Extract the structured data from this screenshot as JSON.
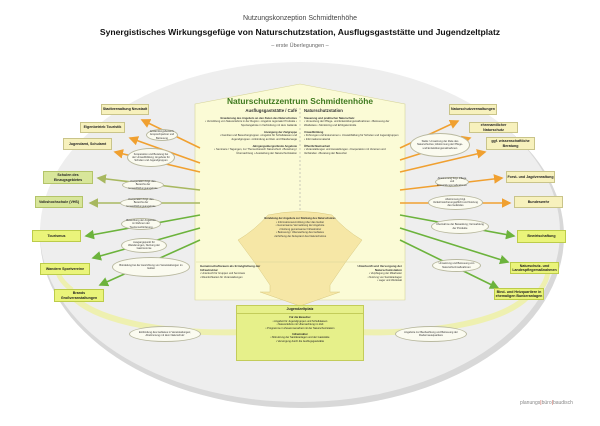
{
  "header": {
    "subtitle": "Nutzungskonzeption Schmidtenhöhe",
    "title": "Synergistisches Wirkungsgefüge von Naturschutzstation, Ausflugsgaststätte und Jugendzeltplatz",
    "note": "– erste Überlegungen –"
  },
  "colors": {
    "orange": "#f0a030",
    "green": "#6cb33c",
    "pale": "#eef0b0",
    "house": "#fbfbd6",
    "ellipse": "#ececec"
  },
  "center": {
    "title": "Naturschutzzentrum Schmidtenhöhe",
    "left": {
      "heading": "Ausflugsgaststätte / Café",
      "sections": [
        {
          "head": "Erweiterung des Angebots an den Zielen des Naturschutzes",
          "text": "• Vermittlung von Naturerlebnis in der Region • Angebot regionaler Produkte • Sportangebote in Verbindung mit dem Gelände"
        },
        {
          "head": "Anzeigung der Zielgruppe",
          "text": "• Familien und Besuchergruppen • Angebot für Schulklassen und Jugendgruppen • Anbindung an Rad- und Wanderwege"
        },
        {
          "head": "Jahrgangsübergreifende Angebote",
          "text": "• Seminare / Tagungen, zur Themenbereich Naturschutz • Bewirtung / Übernachtung • Ausstellung der Naturschutzstation"
        }
      ]
    },
    "right": {
      "heading": "Naturschutzstation",
      "sections": [
        {
          "head": "Steuerung und praktischer Naturschutz",
          "text": "• Umsetzung der Pflege- und Entwicklungsmaßnahmen • Betreuung der Weidetiere • Monitoring und Erfolgskontrolle"
        },
        {
          "head": "Umweltbildung",
          "text": "• Führungen und Exkursionen • Umweltbildung für Schulen und Jugendgruppen • Informationsmaterial"
        },
        {
          "head": "Öffentlichkeitsarbeit",
          "text": "• Veranstaltungen und Ausstellungen • Kooperation mit Vereinen und Verbänden • Beratung der Besucher"
        }
      ]
    },
    "funnel": {
      "head": "Bündelung der Angebote zur Stärkung des Naturschutzes",
      "items": [
        "• Informationsvermittlung über das Gebiet",
        "• Gemeinsame Vermarktung der Angebote",
        "• Nutzung gemeinsamer Infrastruktur",
        "• Betreuung / Überwachung des Gebietes",
        "• Erhöhung der Akzeptanz des Naturschutzes"
      ]
    },
    "side_left": {
      "head": "Gemeinschaftsraum als Ermöglichung der Infrastruktur",
      "items": [
        "• Unterkunft für Gruppen und Seminare",
        "• Räumlichkeiten für Veranstaltungen"
      ]
    },
    "side_right": {
      "head": "Unterkunft und Versorgung der Naturschutzstation",
      "items": [
        "• Verpflegung der Mitarbeiter",
        "• Nutzung von Sanitäranlagen",
        "• Lager und Werkstatt"
      ]
    }
  },
  "jugendzeltplatz": {
    "title": "Jugendzeltplatz",
    "head1": "Für die Besucher",
    "items1": [
      "• Angebot für Jugendgruppen und Schulklassen",
      "• Naturerlebnis mit Übernachtung im Zelt",
      "• Programme in Zusammenarbeit mit der Naturschutzstation"
    ],
    "head2": "Infrastruktur",
    "items2": [
      "• Mitnutzung der Sanitäranlagen und der Gaststätte",
      "• Versorgung durch die Ausflugsgaststätte"
    ]
  },
  "left_partners": [
    {
      "label": "Stadtverwaltung Neustadt"
    },
    {
      "label": "Eigenbetrieb Touristik"
    },
    {
      "label": "Jugendamt, Schulamt"
    },
    {
      "label": "Schulen des Einzugsgebietes"
    },
    {
      "label": "Volkshochschule (VHS)"
    },
    {
      "label": "Tourismus"
    },
    {
      "label": "Wandern Sportvereine"
    },
    {
      "label": "Brands Großveranstaltungen"
    }
  ],
  "right_partners": [
    {
      "label": "Naturschutzverwaltungen"
    },
    {
      "label": "ehrenamtlicher Naturschutz"
    },
    {
      "label": "ggf. wissenschaftliche Beratung"
    },
    {
      "label": "Forst- und Jagdverwaltung"
    },
    {
      "label": "Bundeswehr"
    },
    {
      "label": "Bewirtschaftung"
    },
    {
      "label": "Naturschutz- und Landespflegemaßnahmen"
    },
    {
      "label": "Bind- und Heizquartiere in ehemaligen Bunkeranlagen"
    }
  ],
  "bubbles_left": [
    "Anwendungsbereich: Ansprechpartner und Betreuung",
    "Kooperation und Beratung bei der Umweltbildung; Angebote für Schulen und Jugendgruppen",
    "Kooperation bzgl. des Bereichs der Umweltbildungsangebote",
    "Kooperation bzgl. des Bereichs der Umweltbildungsangebote",
    "Bewerbung der Angebote im Rahmen der Tourismusförderung",
    "Ausgangspunkt für Wanderungen, Nutzung der Gastronomie",
    "Bündelung bei der Ausrichtung von Veranstaltungen im Gebiet",
    "Einbindung des Gebietes in Veranstaltungen; Abstimmung mit dem Naturschutz"
  ],
  "bubbles_right": [
    "Stelle: Umsetzung der Ziele des Naturschutzes; Abstimmung der Pflege- und Entwicklungsmaßnahmen",
    "Abstimmung bzgl. Pflege und Entwicklungsmaßnahmen",
    "Abstimmung bzgl. Verkehrssicherungspflicht und Nutzung des Geländes",
    "Übernahme der Beweidung; Vermarktung der Produkte",
    "Umsetzung und Betreuung von Naturschutzmaßnahmen",
    "Angebote zur Beobachtung und Betreuung der Fledermausquartiere"
  ],
  "logo": {
    "part1": "planungs",
    "part2": "büro",
    "part3": "baudisch"
  }
}
